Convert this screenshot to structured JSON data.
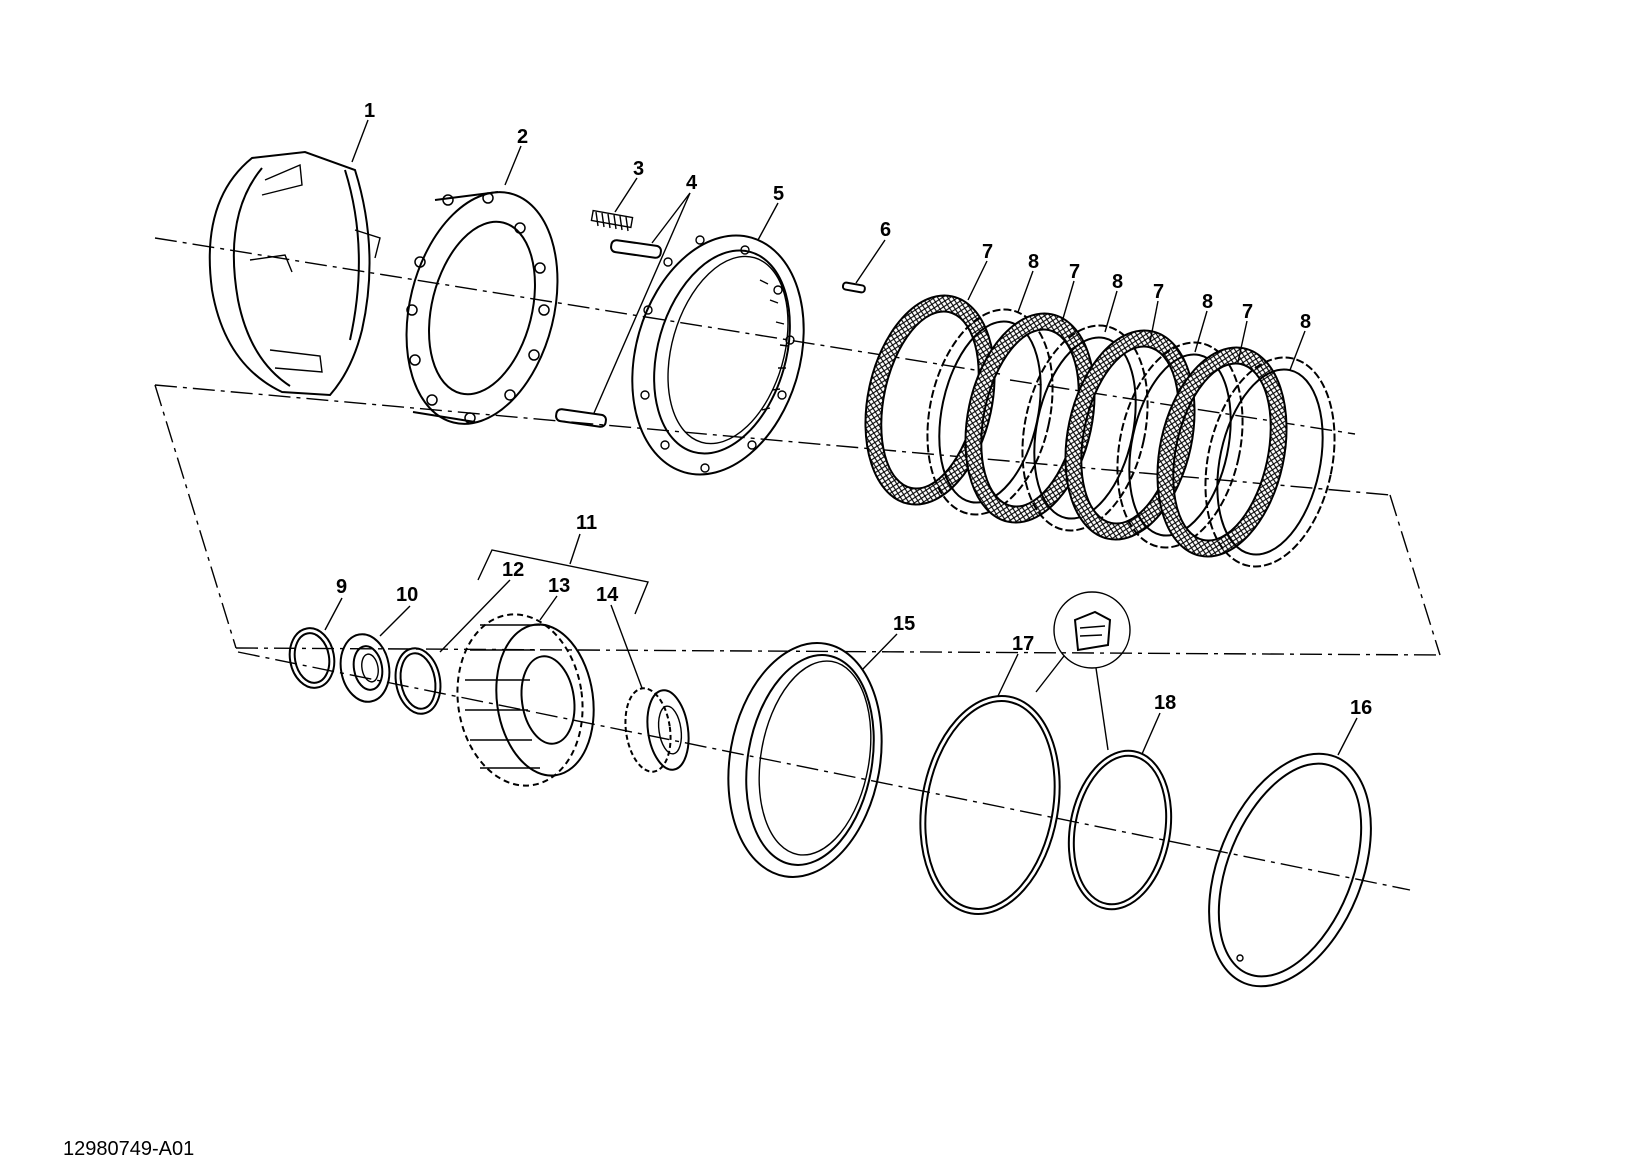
{
  "diagram": {
    "figure_id": "12980749-A01",
    "callouts": [
      {
        "id": "c1",
        "label": "1"
      },
      {
        "id": "c2",
        "label": "2"
      },
      {
        "id": "c3",
        "label": "3"
      },
      {
        "id": "c4",
        "label": "4"
      },
      {
        "id": "c5",
        "label": "5"
      },
      {
        "id": "c6",
        "label": "6"
      },
      {
        "id": "c7a",
        "label": "7"
      },
      {
        "id": "c8a",
        "label": "8"
      },
      {
        "id": "c7b",
        "label": "7"
      },
      {
        "id": "c8b",
        "label": "8"
      },
      {
        "id": "c7c",
        "label": "7"
      },
      {
        "id": "c8c",
        "label": "8"
      },
      {
        "id": "c7d",
        "label": "7"
      },
      {
        "id": "c8d",
        "label": "8"
      },
      {
        "id": "c9",
        "label": "9"
      },
      {
        "id": "c10",
        "label": "10"
      },
      {
        "id": "c11",
        "label": "11"
      },
      {
        "id": "c12",
        "label": "12"
      },
      {
        "id": "c13",
        "label": "13"
      },
      {
        "id": "c14",
        "label": "14"
      },
      {
        "id": "c15",
        "label": "15"
      },
      {
        "id": "c16",
        "label": "16"
      },
      {
        "id": "c17",
        "label": "17"
      },
      {
        "id": "c18",
        "label": "18"
      }
    ]
  }
}
